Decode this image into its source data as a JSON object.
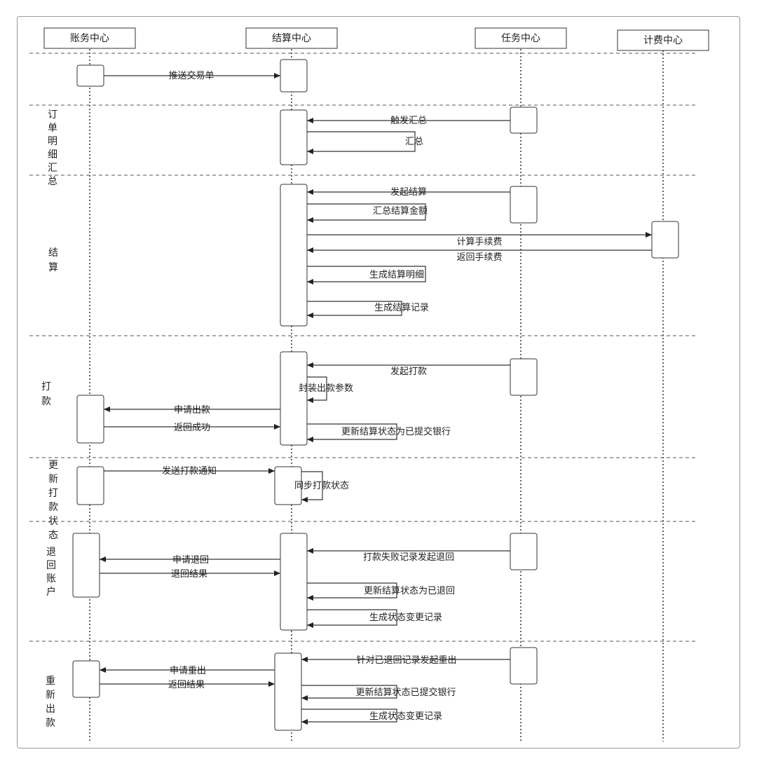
{
  "participants": [
    "账务中心",
    "结算中心",
    "任务中心",
    "计费中心"
  ],
  "sections": [
    {
      "chars": ""
    },
    {
      "chars": "订单明细汇总"
    },
    {
      "chars": "结算"
    },
    {
      "chars": "打款"
    },
    {
      "chars": "更新打款状态"
    },
    {
      "chars": "退回账户"
    },
    {
      "chars": "重新出款"
    }
  ],
  "messages": [
    {
      "text": "推送交易单"
    },
    {
      "text": "触发汇总"
    },
    {
      "text": "汇总"
    },
    {
      "text": "发起结算"
    },
    {
      "text": "汇总结算金额"
    },
    {
      "text": "计算手续费"
    },
    {
      "text": "返回手续费"
    },
    {
      "text": "生成结算明细"
    },
    {
      "text": "生成结算记录"
    },
    {
      "text": "发起打款"
    },
    {
      "text": "封装出款参数"
    },
    {
      "text": "申请出款"
    },
    {
      "text": "返回成功"
    },
    {
      "text": "更新结算状态为已提交银行"
    },
    {
      "text": "发送打款通知"
    },
    {
      "text": "同步打款状态"
    },
    {
      "text": "打款失败记录发起退回"
    },
    {
      "text": "申请退回"
    },
    {
      "text": "退回结果"
    },
    {
      "text": "更新结算状态为已退回"
    },
    {
      "text": "生成状态变更记录"
    },
    {
      "text": "针对已退回记录发起重出"
    },
    {
      "text": "申请重出"
    },
    {
      "text": "返回结果"
    },
    {
      "text": "更新结算状态已提交银行"
    },
    {
      "text": "生成状态变更记录"
    }
  ]
}
